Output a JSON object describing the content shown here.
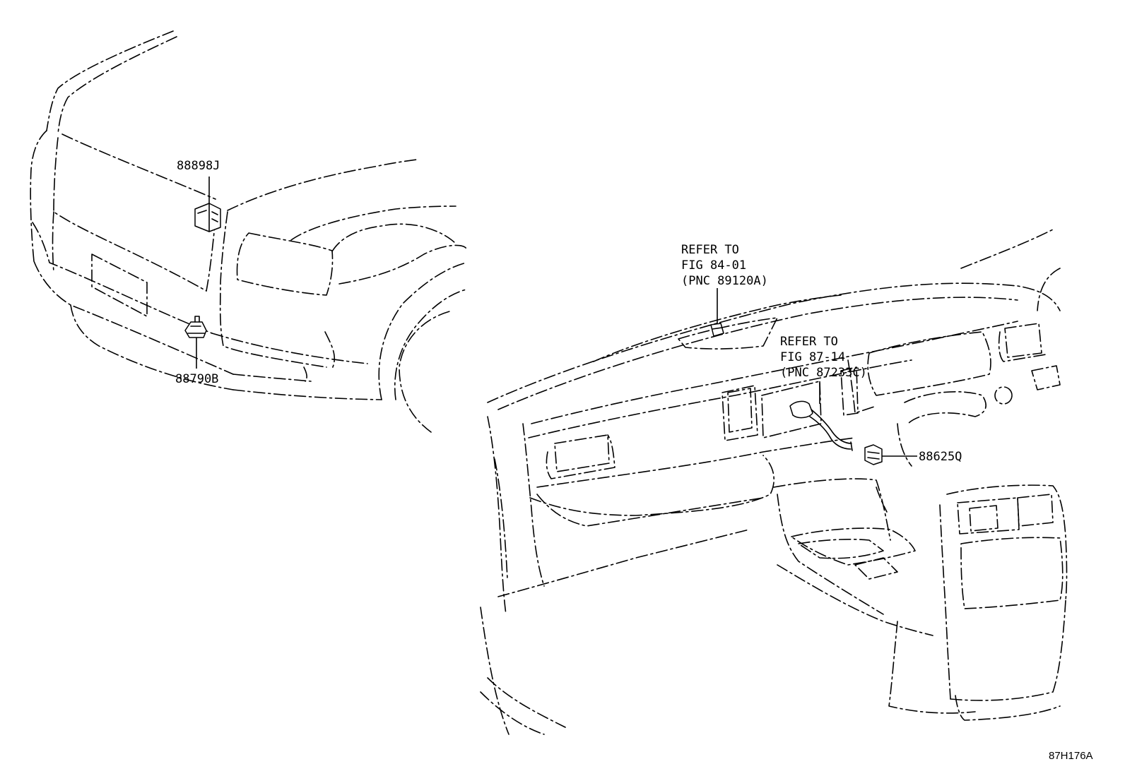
{
  "labels": {
    "part_88898J": "88898J",
    "part_88790B": "88790B",
    "part_88625Q": "88625Q",
    "refer1": [
      "REFER TO",
      "FIG 84-01",
      "(PNC 89120A)"
    ],
    "refer2": [
      "REFER TO",
      "FIG 87-14",
      "(PNC 87233C)"
    ],
    "figure_code": "87H176A"
  }
}
